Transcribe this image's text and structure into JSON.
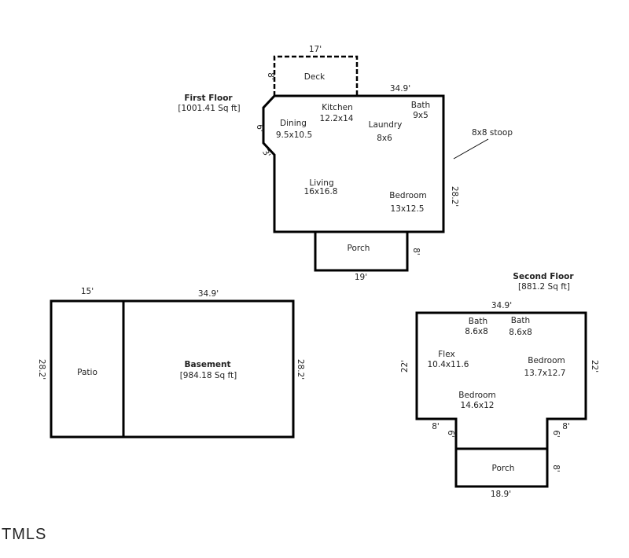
{
  "first_floor": {
    "title": "First Floor",
    "area": "[1001.41 Sq ft]",
    "deck": {
      "label": "Deck",
      "width": "17'",
      "depth": "8'"
    },
    "top_dim": "34.9'",
    "left_dims": {
      "angled_section": "6'",
      "chamfer": "3'"
    },
    "right_dim": "28.2'",
    "stoop_label": "8x8 stoop",
    "rooms": [
      {
        "name": "Kitchen",
        "size": "12.2x14"
      },
      {
        "name": "Bath",
        "size": "9x5"
      },
      {
        "name": "Dining",
        "size": "9.5x10.5"
      },
      {
        "name": "Laundry",
        "size": "8x6"
      },
      {
        "name": "Living",
        "size": "16x16.8"
      },
      {
        "name": "Bedroom",
        "size": "13x12.5"
      }
    ],
    "porch": {
      "label": "Porch",
      "width": "19'",
      "depth": "8'"
    }
  },
  "basement": {
    "title": "Basement",
    "area": "[984.18 Sq ft]",
    "patio": {
      "label": "Patio",
      "width": "15'"
    },
    "top_dim": "34.9'",
    "left_dim": "28.2'",
    "right_dim": "28.2'"
  },
  "second_floor": {
    "title": "Second Floor",
    "area": "[881.2 Sq ft]",
    "top_dim": "34.9'",
    "left_dim": "22'",
    "right_dim": "22'",
    "rooms": [
      {
        "name": "Bath",
        "size": "8.6x8"
      },
      {
        "name": "Bath",
        "size": "8.6x8"
      },
      {
        "name": "Flex",
        "size": "10.4x11.6"
      },
      {
        "name": "Bedroom",
        "size": "13.7x12.7"
      },
      {
        "name": "Bedroom",
        "size": "14.6x12"
      }
    ],
    "notch_dims": {
      "left_width": "8'",
      "left_depth": "6'",
      "right_width": "8'",
      "right_depth": "6'"
    },
    "porch": {
      "label": "Porch",
      "width": "18.9'",
      "depth": "8'"
    }
  },
  "watermark": "TMLS"
}
